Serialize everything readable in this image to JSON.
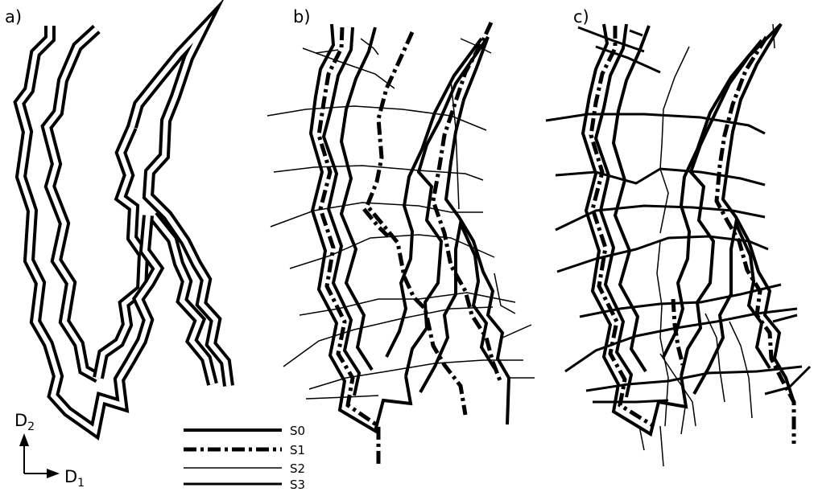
{
  "panels": {
    "a": {
      "label": "a)"
    },
    "b": {
      "label": "b)"
    },
    "c": {
      "label": "c)"
    }
  },
  "axes": {
    "vertical": {
      "letter": "D",
      "sub": "2"
    },
    "horizontal": {
      "letter": "D",
      "sub": "1"
    }
  },
  "legend": {
    "items": [
      {
        "label": "S0",
        "style": "thick solid"
      },
      {
        "label": "S1",
        "style": "dash-dot"
      },
      {
        "label": "S2",
        "style": "thin solid"
      },
      {
        "label": "S3",
        "style": "medium solid"
      }
    ]
  }
}
